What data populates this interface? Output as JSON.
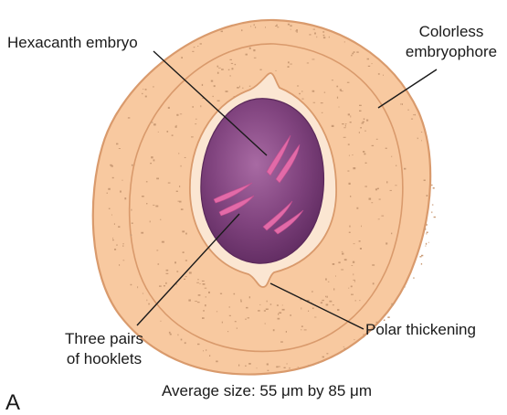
{
  "labels": {
    "embryo": "Hexacanth embryo",
    "embryophore_line1": "Colorless",
    "embryophore_line2": "embryophore",
    "hooklets_line1": "Three pairs",
    "hooklets_line2": "of hooklets",
    "polar": "Polar thickening"
  },
  "caption": "Average size: 55 μm by 85 μm",
  "panel_letter": "A",
  "colors": {
    "shell_fill": "#f8c9a0",
    "shell_stroke": "#d99a6c",
    "inner_fill": "#fbe6d2",
    "embryo_fill": "#7e3f7d",
    "embryo_highlight": "#9e5d98",
    "hooklet": "#e26aa8",
    "speckle": "#c99a74"
  }
}
